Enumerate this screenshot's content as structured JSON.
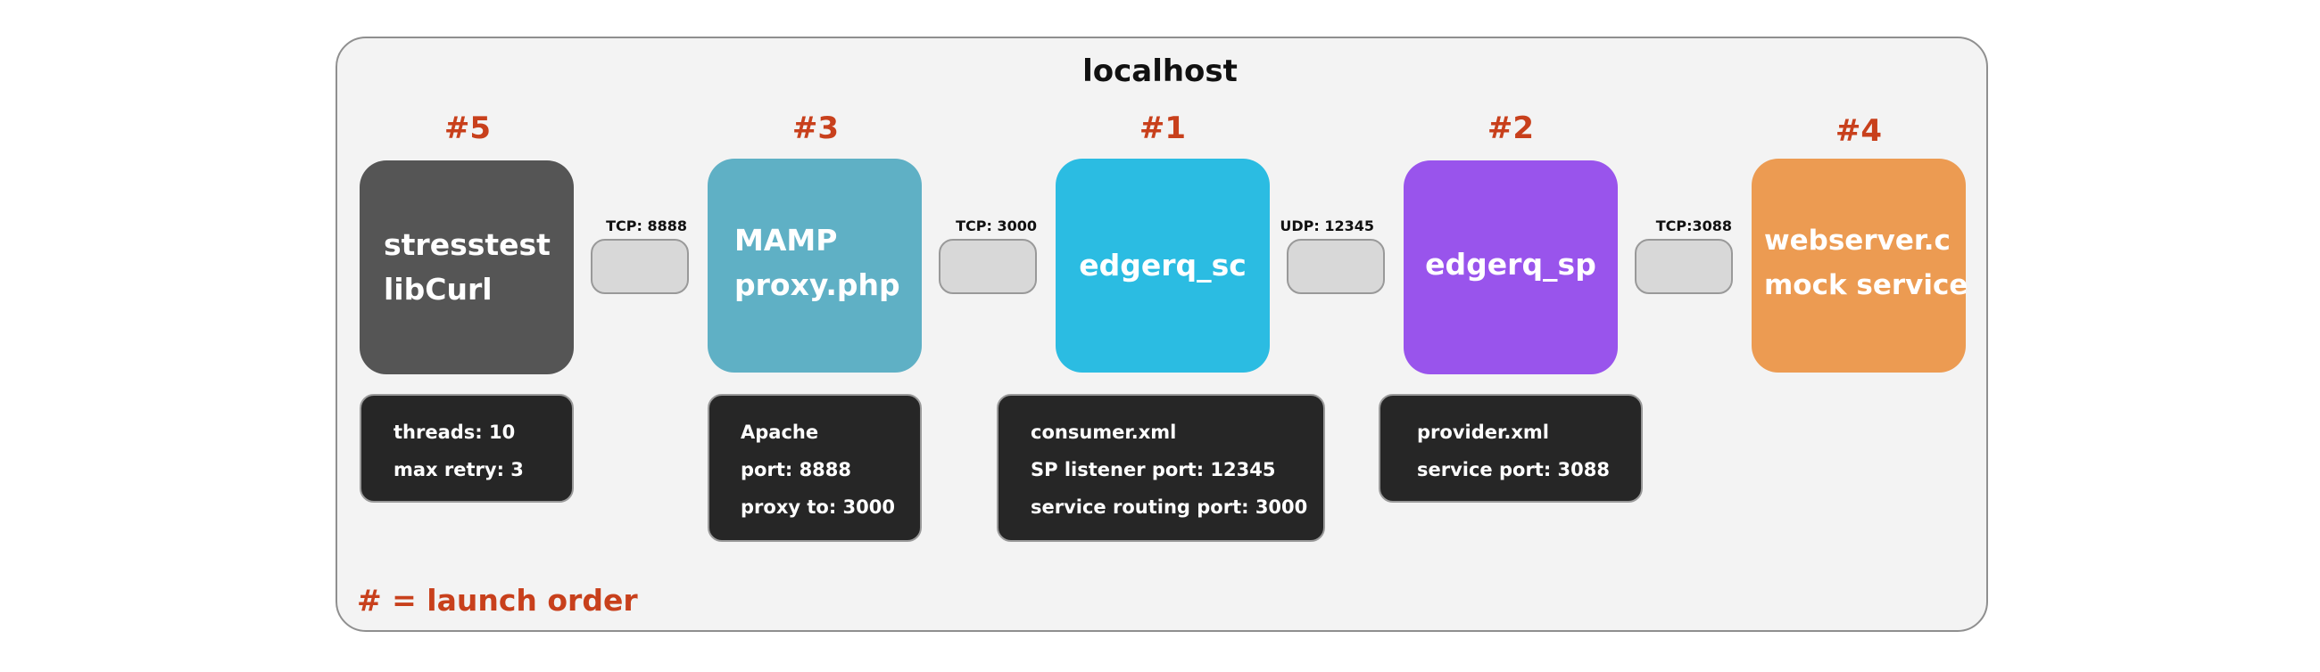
{
  "title": "localhost",
  "accent_color": "#c8401c",
  "nodes": [
    {
      "order": "#5",
      "lines": [
        "stresstest",
        "libCurl"
      ],
      "color": "#555555"
    },
    {
      "order": "#3",
      "lines": [
        "MAMP",
        "proxy.php"
      ],
      "color": "#5fb0c5"
    },
    {
      "order": "#1",
      "lines": [
        "edgerq_sc"
      ],
      "color": "#2bbce2"
    },
    {
      "order": "#2",
      "lines": [
        "edgerq_sp"
      ],
      "color": "#9954ec"
    },
    {
      "order": "#4",
      "lines": [
        "webserver.c",
        "mock service"
      ],
      "color": "#ec9b52"
    }
  ],
  "connections": [
    {
      "label": "TCP: 8888"
    },
    {
      "label": "TCP: 3000"
    },
    {
      "label": "UDP: 12345"
    },
    {
      "label": "TCP:3088"
    }
  ],
  "infos": [
    {
      "rows": [
        "threads: 10",
        "max retry: 3"
      ]
    },
    {
      "rows": [
        "Apache",
        "port: 8888",
        "proxy to: 3000"
      ]
    },
    {
      "rows": [
        "consumer.xml",
        "SP listener port: 12345",
        "service routing port: 3000"
      ]
    },
    {
      "rows": [
        "provider.xml",
        "service port: 3088"
      ]
    }
  ],
  "legend": "# = launch order"
}
